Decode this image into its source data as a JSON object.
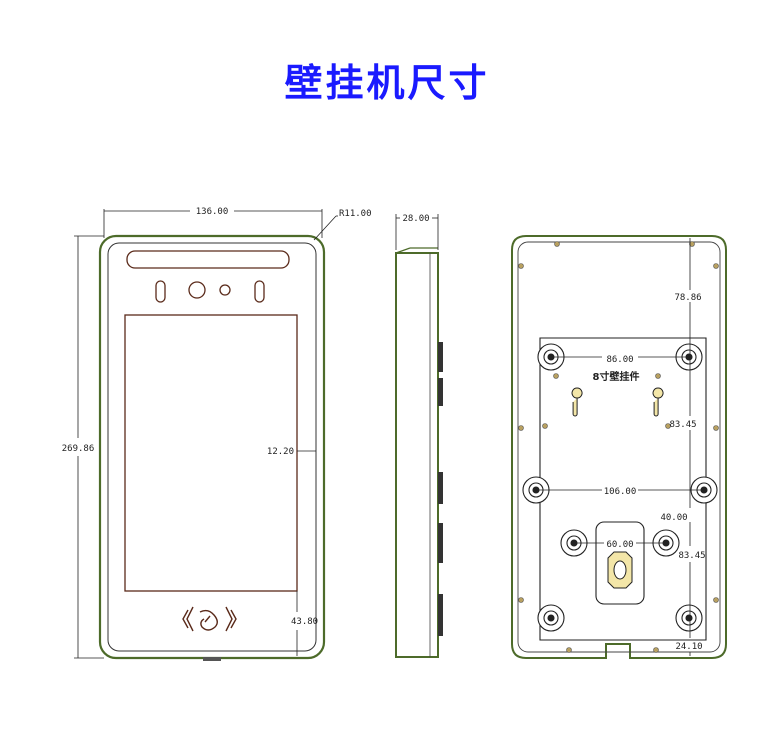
{
  "title": "壁挂机尺寸",
  "colors": {
    "title": "#1a1aff",
    "outline": "#4d6b2a",
    "line": "#222222",
    "plate": "#d9d9cc"
  },
  "front_view": {
    "width_dim": "136.00",
    "radius_dim": "R11.00",
    "height_dim": "269.86",
    "screen_edge_dim": "12.20",
    "bottom_dim": "43.80",
    "nfc_icon": "nfc-icon"
  },
  "side_view": {
    "depth_dim": "28.00"
  },
  "back_view": {
    "top_dim": "78.86",
    "bracket_width_dim": "86.00",
    "bracket_label": "8寸壁挂件",
    "vertical_dim": "83.45",
    "wide_hole_dim": "106.00",
    "offset_dim": "40.00",
    "lower_hole_dim": "60.00",
    "lower_vertical_dim": "83.45",
    "bottom_dim": "24.10"
  }
}
